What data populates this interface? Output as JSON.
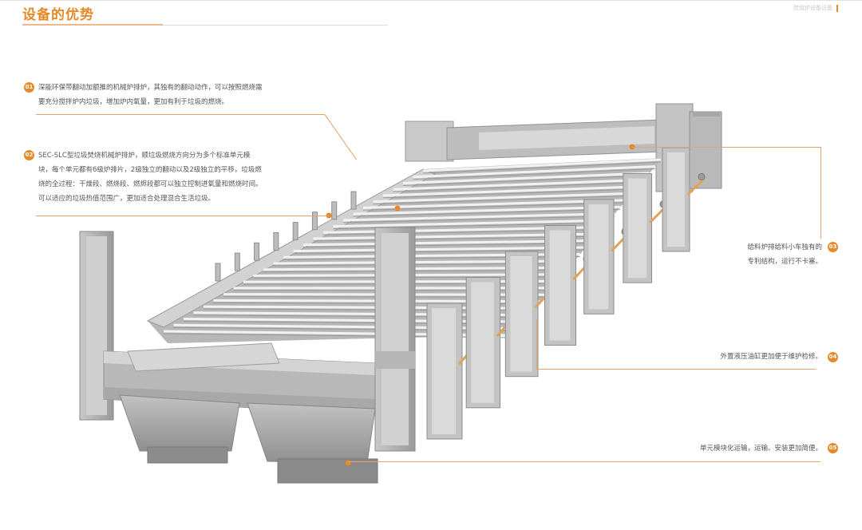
{
  "header": {
    "title": "设备的优势",
    "corner_text": "焚烧炉设备设备"
  },
  "advantages": [
    {
      "number": "01",
      "lines": [
        "深能环保带翻动加额推的机械炉排炉，其独有的翻动动作，可以按照燃烧需",
        "要充分搅拌炉内垃圾，增加炉内氧量，更加有利于垃圾的燃烧。"
      ]
    },
    {
      "number": "02",
      "lines": [
        "SEC-SLC型垃圾焚烧机械炉排炉，顺垃圾燃烧方向分为多个标准单元模",
        "块，每个单元都有6级炉排片，2级独立的翻动以及2级独立的平移，垃圾燃",
        "烧的全过程：干燥段、燃烧段、燃烬段都可以独立控制进氧量和燃烧时间。",
        "可以适应的垃圾热值范围广，更加适合处理混合生活垃圾。"
      ]
    },
    {
      "number": "03",
      "lines": [
        "给料炉排给料小车独有的",
        "专利结构，运行不卡塞。"
      ]
    },
    {
      "number": "04",
      "lines": [
        "外置液压油缸更加便于维护检修。"
      ]
    },
    {
      "number": "05",
      "lines": [
        "单元模块化运输，运输、安装更加简便。"
      ]
    }
  ],
  "colors": {
    "accent": "#e58a2a",
    "leader": "#e8a36a",
    "steel_light": "#d6d6d6",
    "steel_mid": "#b4b4b4",
    "steel_dark": "#8c8c8c"
  }
}
